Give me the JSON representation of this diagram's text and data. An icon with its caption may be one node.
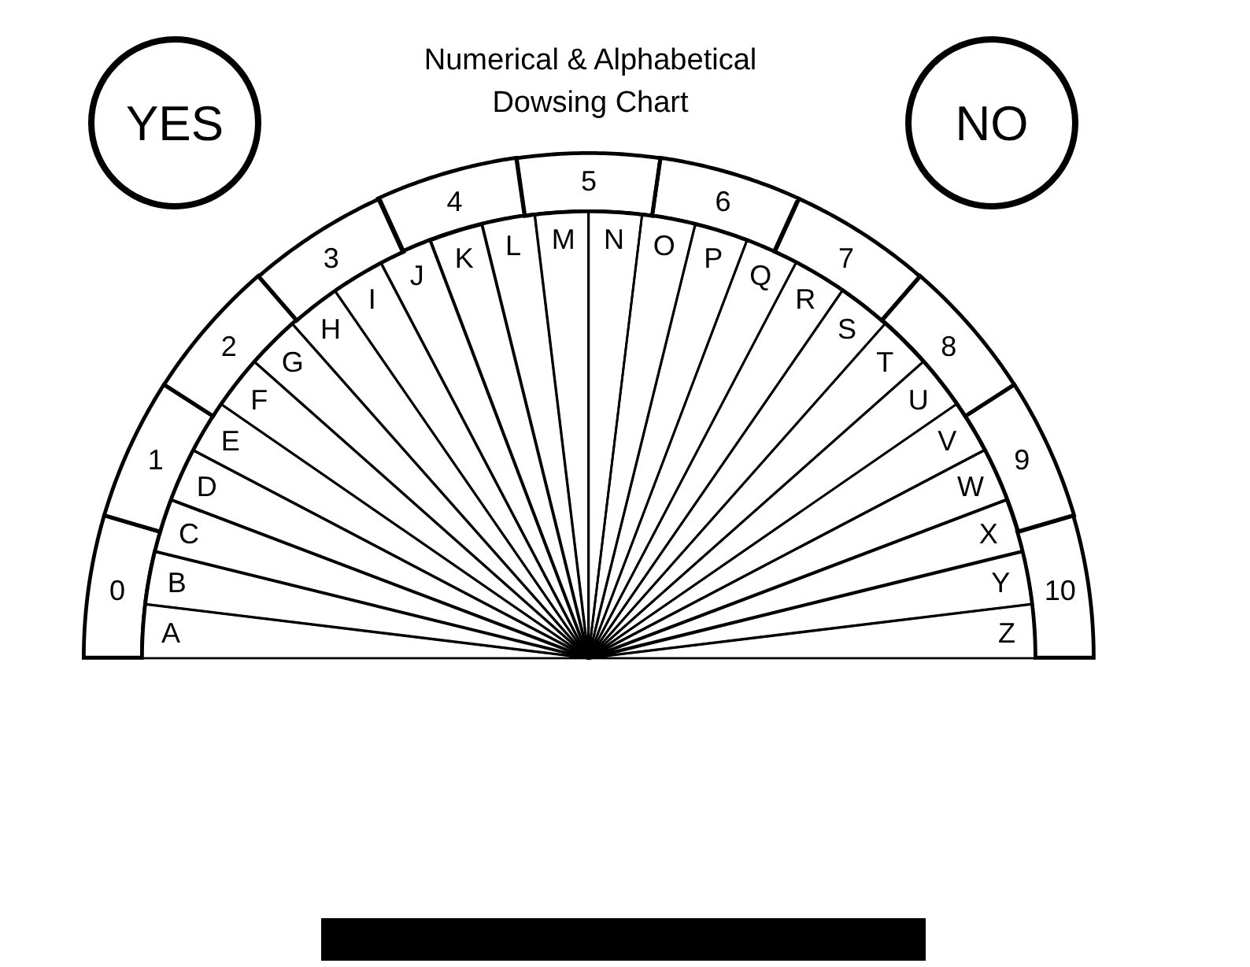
{
  "diagram": {
    "title": "Numerical & Alphabetical Dowsing Chart",
    "nodes": [
      {
        "text": [
          "YES"
        ]
      },
      {
        "text": [
          "NO"
        ]
      },
      {
        "text": [
          "0"
        ]
      },
      {
        "text": [
          "1"
        ]
      },
      {
        "text": [
          "2"
        ]
      },
      {
        "text": [
          "3"
        ]
      },
      {
        "text": [
          "4"
        ]
      },
      {
        "text": [
          "5"
        ]
      },
      {
        "text": [
          "6"
        ]
      },
      {
        "text": [
          "7"
        ]
      },
      {
        "text": [
          "8"
        ]
      },
      {
        "text": [
          "9"
        ]
      },
      {
        "text": [
          "10"
        ]
      },
      {
        "text": [
          "A"
        ]
      },
      {
        "text": [
          "B"
        ]
      },
      {
        "text": [
          "C"
        ]
      },
      {
        "text": [
          "D"
        ]
      },
      {
        "text": [
          "E"
        ]
      },
      {
        "text": [
          "F"
        ]
      },
      {
        "text": [
          "G"
        ]
      },
      {
        "text": [
          "H"
        ]
      },
      {
        "text": [
          "I"
        ]
      },
      {
        "text": [
          "J"
        ]
      },
      {
        "text": [
          "K"
        ]
      },
      {
        "text": [
          "L"
        ]
      },
      {
        "text": [
          "M"
        ]
      },
      {
        "text": [
          "N"
        ]
      },
      {
        "text": [
          "O"
        ]
      },
      {
        "text": [
          "P"
        ]
      },
      {
        "text": [
          "Q"
        ]
      },
      {
        "text": [
          "R"
        ]
      },
      {
        "text": [
          "S"
        ]
      },
      {
        "text": [
          "T"
        ]
      },
      {
        "text": [
          "U"
        ]
      },
      {
        "text": [
          "V"
        ]
      },
      {
        "text": [
          "W"
        ]
      },
      {
        "text": [
          "X"
        ]
      },
      {
        "text": [
          "Y"
        ]
      },
      {
        "text": [
          "Z"
        ]
      },
      {
        "text": [],
        "shape": "bar"
      }
    ]
  }
}
